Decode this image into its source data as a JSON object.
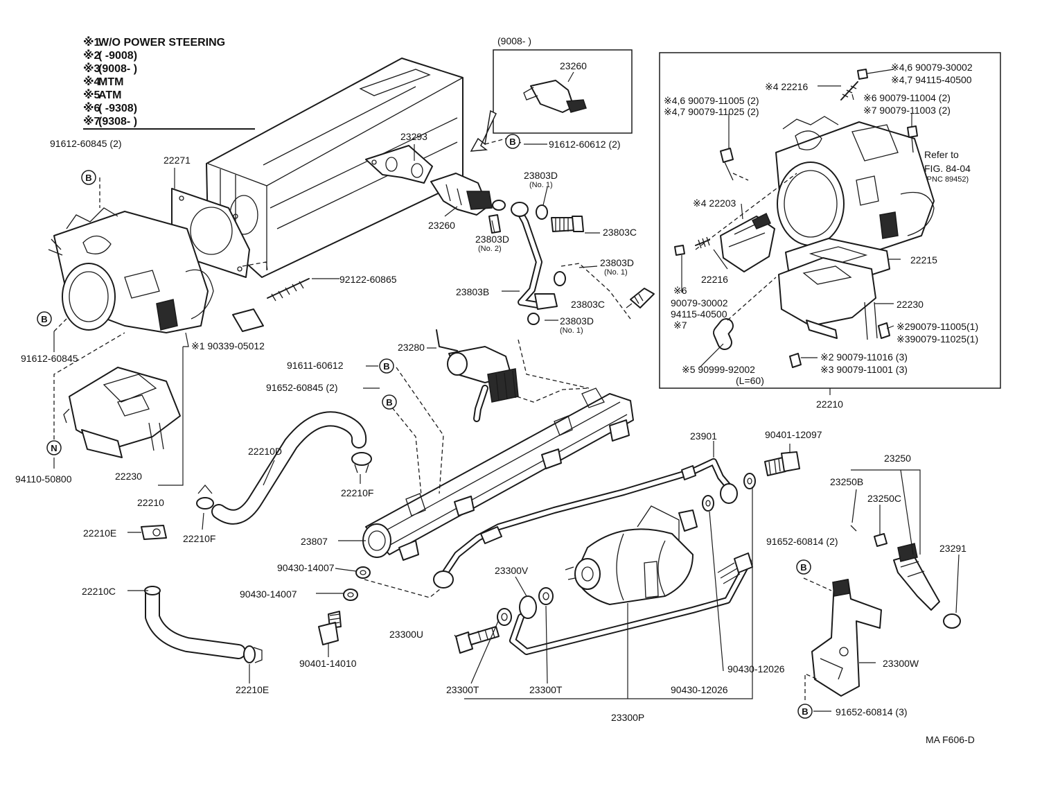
{
  "notes": [
    {
      "mark": "※1",
      "text": "W/O POWER STEERING"
    },
    {
      "mark": "※2",
      "text": "(      -9008)"
    },
    {
      "mark": "※3",
      "text": "(9008-        )"
    },
    {
      "mark": "※4",
      "text": "MTM"
    },
    {
      "mark": "※5",
      "text": "ATM"
    },
    {
      "mark": "※6",
      "text": "(      -9308)"
    },
    {
      "mark": "※7",
      "text": "(9308-        )"
    }
  ],
  "inset_top": {
    "header": "(9008-        )",
    "part": "23260"
  },
  "inset_right": {
    "part_number": "22210",
    "refer": {
      "line1": "Refer to",
      "line2": "FIG. 84-04",
      "line3": "(PNC 89452)"
    }
  },
  "marks": {
    "b": "B",
    "n": "N"
  },
  "labels": {
    "l_91612_60845_2": "91612-60845 (2)",
    "l_22271": "22271",
    "l_91612_60845": "91612-60845",
    "l_94110_50800": "94110-50800",
    "l_22230_left": "22230",
    "l_22210_left": "22210",
    "l_23293": "23293",
    "l_23260_main": "23260",
    "l_91612_60612": "91612-60612 (2)",
    "l_23803d_no1": "23803D",
    "l_23803d_no1_sub": "(No. 1)",
    "l_23803d_no2": "23803D",
    "l_23803d_no2_sub": "(No. 2)",
    "l_23803c_1": "23803C",
    "l_23803d_no1b": "23803D",
    "l_23803d_no1b_sub": "(No. 1)",
    "l_23803b": "23803B",
    "l_23803c_2": "23803C",
    "l_23803d_no1c": "23803D",
    "l_23803d_no1c_sub": "(No. 1)",
    "l_92122_60865": "92122-60865",
    "l_90339_05012": "※1 90339-05012",
    "l_23280": "23280",
    "l_91611_60612": "91611-60612",
    "l_91652_60845_2": "91652-60845 (2)",
    "l_22210d": "22210D",
    "l_22210f_a": "22210F",
    "l_22210f_b": "22210F",
    "l_22210e_a": "22210E",
    "l_22210c": "22210C",
    "l_22210e_b": "22210E",
    "l_23807": "23807",
    "l_90430_14007_a": "90430-14007",
    "l_90430_14007_b": "90430-14007",
    "l_90401_14010": "90401-14010",
    "l_23300v": "23300V",
    "l_23300u": "23300U",
    "l_23300t_a": "23300T",
    "l_23300t_b": "23300T",
    "l_23300p": "23300P",
    "l_23901": "23901",
    "l_90401_12097": "90401-12097",
    "l_90430_12026_a": "90430-12026",
    "l_90430_12026_b": "90430-12026",
    "l_23250": "23250",
    "l_23250b": "23250B",
    "l_23250c": "23250C",
    "l_91652_60814_2": "91652-60814 (2)",
    "l_23291": "23291",
    "l_23300w": "23300W",
    "l_91652_60814_3": "91652-60814 (3)",
    "l_figure_code": "MA  F606-D",
    "r_46_a": "※4,6  90079-30002",
    "r_47_a": "※4,7  94115-40500",
    "r_4_22216": "※4 22216",
    "r_46_b": "※4,6  90079-11005 (2)",
    "r_47_b": "※4,7  90079-11025 (2)",
    "r_6_c": "※6  90079-11004 (2)",
    "r_7_c": "※7  90079-11003 (2)",
    "r_4_22203": "※4 22203",
    "r_22216": "22216",
    "r_22215": "22215",
    "r_22230": "22230",
    "r_6_d": "※6",
    "r_6_d_pn1": "90079-30002",
    "r_6_d_pn2": "94115-40500",
    "r_7_d": "※7",
    "r_2_e": "※290079-11005(1)",
    "r_3_e": "※390079-11025(1)",
    "r_2_f": "※2  90079-11016 (3)",
    "r_3_f": "※3  90079-11001 (3)",
    "r_5_g": "※5  90999-92002",
    "r_5_g_sub": "(L=60)"
  }
}
